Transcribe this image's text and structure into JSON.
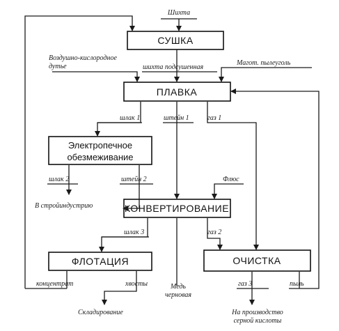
{
  "nodes": {
    "drying": "СУШКА",
    "smelting": "ПЛАВКА",
    "electro_line1": "Электропечное",
    "electro_line2": "обезмеживание",
    "converting": "КОНВЕРТИРОВАНИЕ",
    "flotation": "ФЛОТАЦИЯ",
    "cleaning": "ОЧИСТКА"
  },
  "labels": {
    "charge": "Шихта",
    "air_oxygen_blast_line1": "Воздушно-кислородное",
    "air_oxygen_blast_line2": "дутье",
    "prepared_charge": "шихта подсушенная",
    "flux_and_dust": "Магот. пылеуголь",
    "slag_1": "шлак 1",
    "matte_1": "штейн 1",
    "gas_1": "газ 1",
    "slag_2": "шлак 2",
    "matte_2": "штейн 2",
    "flux": "Флюс",
    "to_construction": "В стройиндустрию",
    "slag_3": "шлак 3",
    "gas_2": "газ 2",
    "concentrate": "концентрат",
    "tailings": "хвосты",
    "blister_copper_line1": "Медь",
    "blister_copper_line2": "черновая",
    "gas_3": "газ 3",
    "dust": "пыль",
    "storage": "Складирование",
    "sulfuric_line1": "На производство",
    "sulfuric_line2": "серной кислоты"
  }
}
